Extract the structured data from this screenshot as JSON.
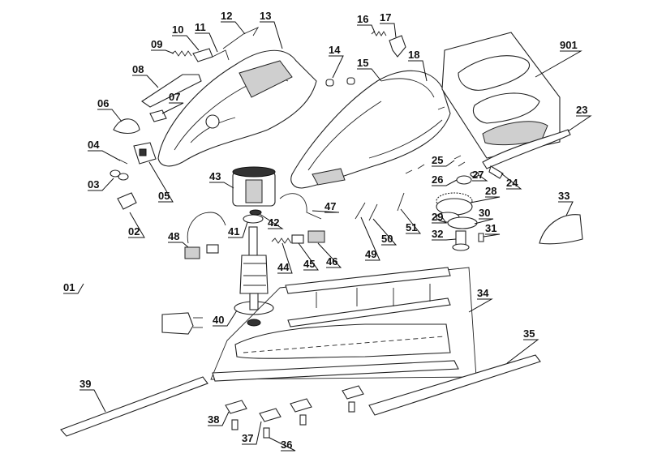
{
  "labels": {
    "p01": "01",
    "p02": "02",
    "p03": "03",
    "p04": "04",
    "p05": "05",
    "p06": "06",
    "p07": "07",
    "p08": "08",
    "p09": "09",
    "p10": "10",
    "p11": "11",
    "p12": "12",
    "p13": "13",
    "p14": "14",
    "p15": "15",
    "p16": "16",
    "p17": "17",
    "p18": "18",
    "p23": "23",
    "p24": "24",
    "p25": "25",
    "p26": "26",
    "p27": "27",
    "p28": "28",
    "p29": "29",
    "p30": "30",
    "p31": "31",
    "p32": "32",
    "p33": "33",
    "p34": "34",
    "p35": "35",
    "p36": "36",
    "p37": "37",
    "p38": "38",
    "p39": "39",
    "p40": "40",
    "p41": "41",
    "p42": "42",
    "p43": "43",
    "p44": "44",
    "p45": "45",
    "p46": "46",
    "p47": "47",
    "p48": "48",
    "p49": "49",
    "p50": "50",
    "p51": "51",
    "p901": "901"
  }
}
